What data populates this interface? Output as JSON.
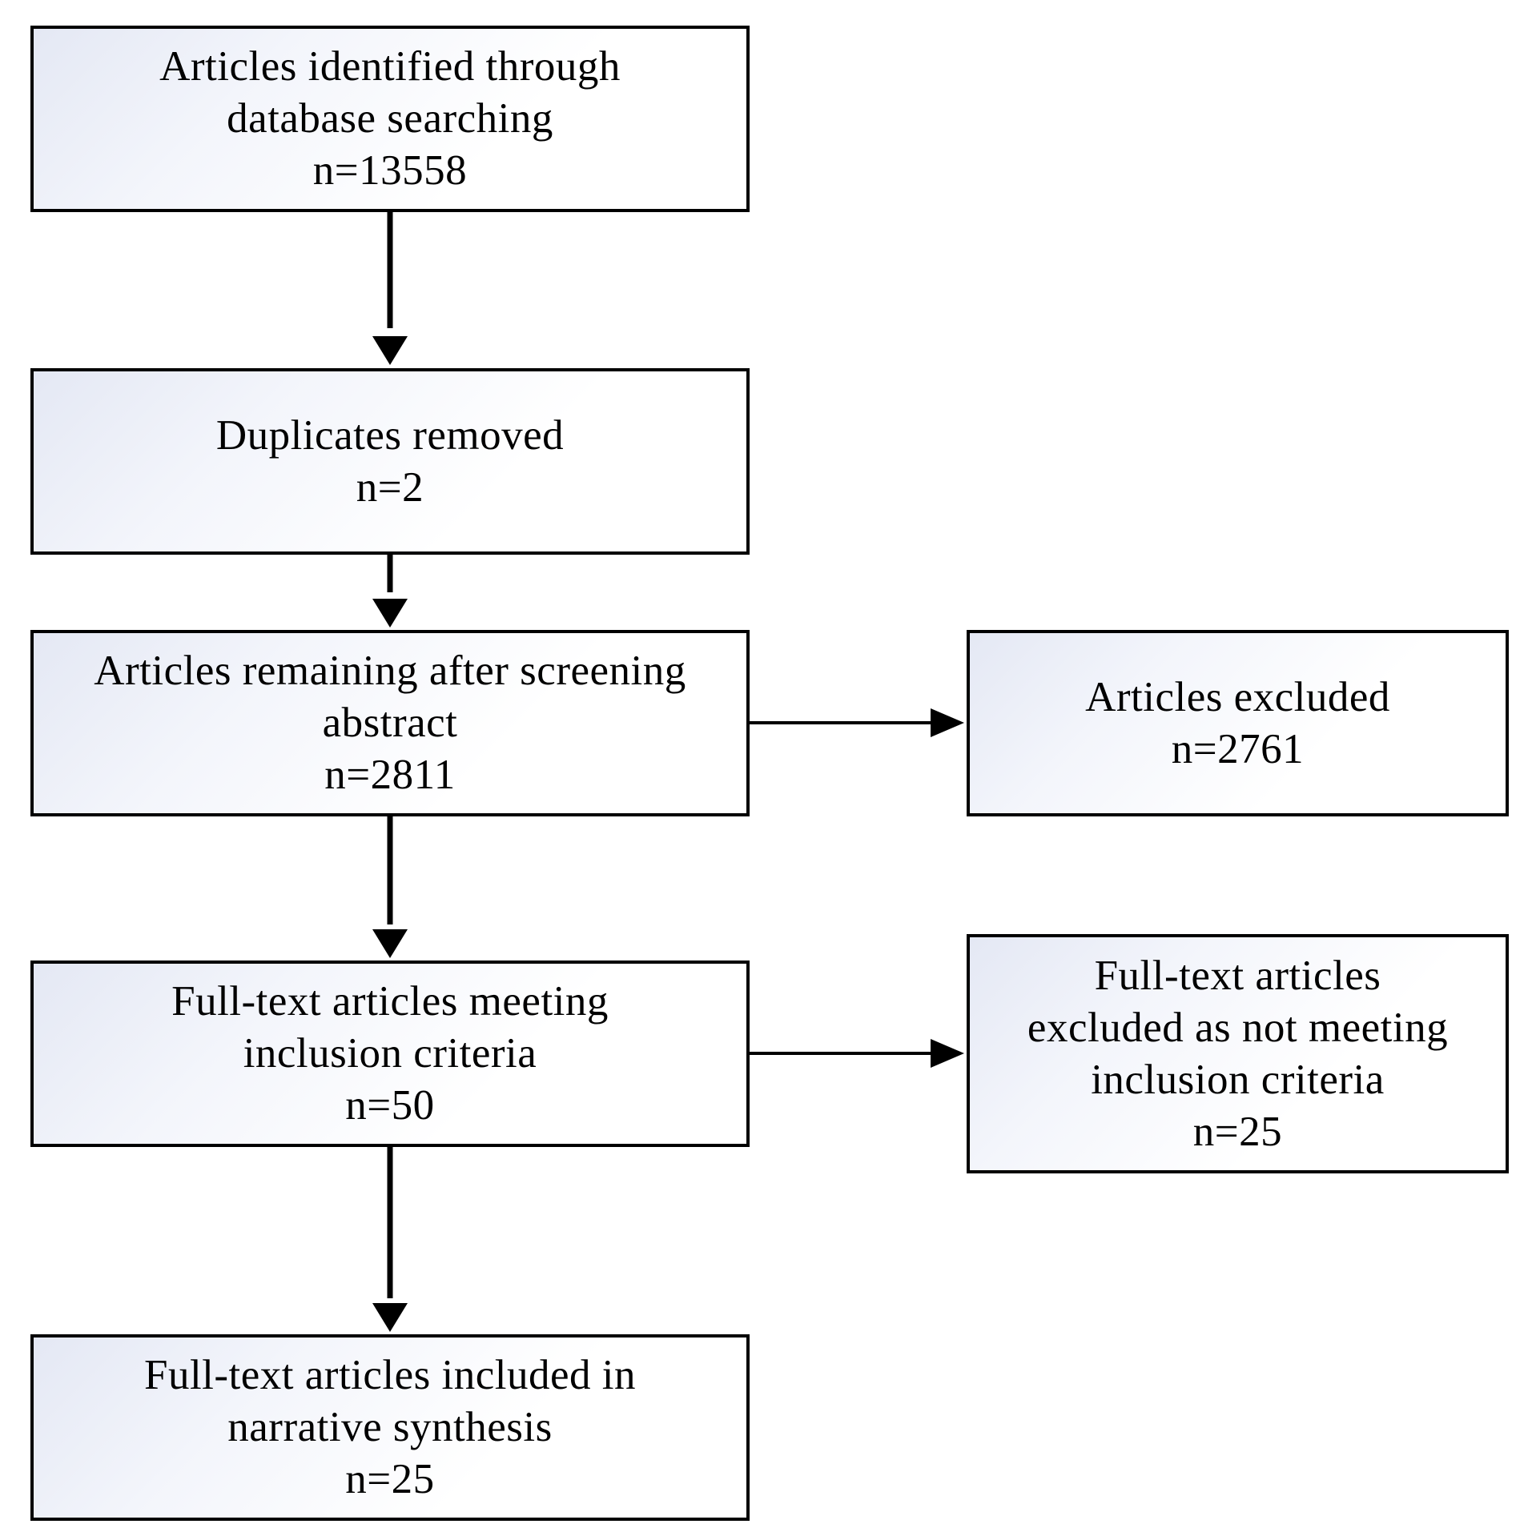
{
  "nodes": [
    {
      "id": "identified",
      "lines": [
        "Articles identified through",
        "database searching",
        "n=13558"
      ]
    },
    {
      "id": "duplicates",
      "lines": [
        "Duplicates removed",
        "n=2"
      ]
    },
    {
      "id": "screened",
      "lines": [
        "Articles remaining after screening",
        "abstract",
        "n=2811"
      ]
    },
    {
      "id": "excluded",
      "lines": [
        "Articles excluded",
        "n=2761"
      ]
    },
    {
      "id": "fulltext",
      "lines": [
        "Full-text articles meeting",
        "inclusion criteria",
        "n=50"
      ]
    },
    {
      "id": "fulltext_excluded",
      "lines": [
        "Full-text articles",
        "excluded as not meeting",
        "inclusion criteria",
        "n=25"
      ]
    },
    {
      "id": "included",
      "lines": [
        "Full-text articles included in",
        "narrative synthesis",
        "n=25"
      ]
    }
  ],
  "edges": [
    {
      "from": "identified",
      "to": "duplicates"
    },
    {
      "from": "duplicates",
      "to": "screened"
    },
    {
      "from": "screened",
      "to": "excluded"
    },
    {
      "from": "screened",
      "to": "fulltext"
    },
    {
      "from": "fulltext",
      "to": "fulltext_excluded"
    },
    {
      "from": "fulltext",
      "to": "included"
    }
  ]
}
